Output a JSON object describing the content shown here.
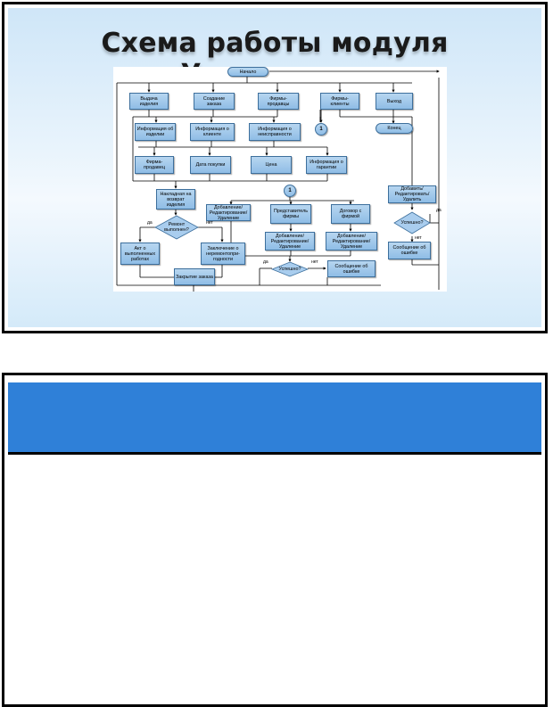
{
  "slide1": {
    "title": "Схема работы модуля Управление",
    "flow": {
      "start": "Начало",
      "end": "Конец",
      "connector": "1",
      "menu": [
        "Выдача изделия",
        "Создание заказа",
        "Фирмы-продавцы",
        "Фирмы-клиенты",
        "Выход"
      ],
      "info": [
        "Информация об изделии",
        "Информация о клиенте",
        "Информация о неисправности"
      ],
      "details": [
        "Фирма-продавец",
        "Дата покупки",
        "Цена",
        "Информация о гарантии"
      ],
      "invoice": "Накладная на возврат изделия",
      "repair_done": "Ремонт выполнен?",
      "act": "Акт о выполненных работах",
      "conclusion": "Заключение о неремонтопри-годности",
      "close_order": "Закрытие заказа",
      "add_edit_delete": "Добавление/ Редактирование/ Удаление",
      "representative": "Представитель фирмы",
      "contract": "Договор с фирмой",
      "add_edit_delete_2": "Добавление/ Редактирование/ Удаление",
      "add_edit_delete_3": "Добавление/ Редактирование/ Удаление",
      "success": "Успешно?",
      "error_msg": "Сообщение об ошибке",
      "add_edit_delete_right": "Добавить/ Редактировать/ Удалить",
      "success_right": "Успешно?",
      "error_msg_right": "Сообщение об ошибке",
      "yes": "да",
      "no": "нет",
      "yes_trunc": "да"
    }
  },
  "colors": {
    "node_fill": "#9cc6ea",
    "node_border": "#3d6f9c",
    "header_blue": "#2f80d8"
  }
}
